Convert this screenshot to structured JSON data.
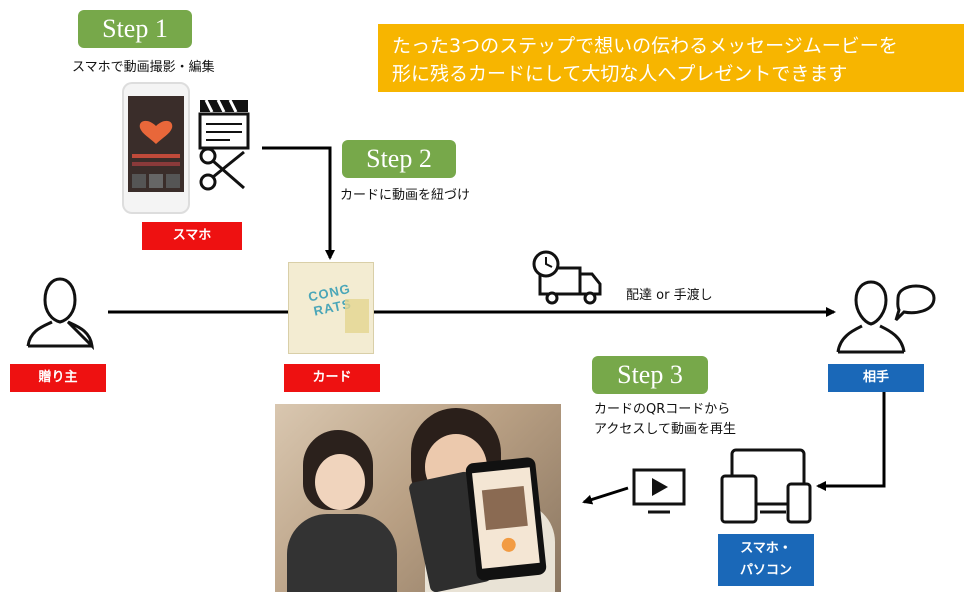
{
  "banner": {
    "line1": "たった3つのステップで想いの伝わるメッセージムービーを",
    "line2": "形に残るカードにして大切な人へプレゼントできます"
  },
  "step1": {
    "label": "Step 1",
    "caption": "スマホで動画撮影・編集",
    "device_label": "スマホ"
  },
  "step2": {
    "label": "Step 2",
    "caption": "カードに動画を紐づけ"
  },
  "step3": {
    "label": "Step 3",
    "caption_line1": "カードのQRコードから",
    "caption_line2": "アクセスして動画を再生"
  },
  "sender": {
    "label": "贈り主"
  },
  "card": {
    "label": "カード",
    "art_text": "CONG RATS"
  },
  "delivery": {
    "label": "配達 or 手渡し"
  },
  "recipient": {
    "label": "相手"
  },
  "devices": {
    "label_line1": "スマホ・",
    "label_line2": "パソコン"
  },
  "colors": {
    "step_green": "#77a84a",
    "label_red": "#ee1111",
    "label_blue": "#1a68b8",
    "banner_yellow": "#f7b500"
  }
}
